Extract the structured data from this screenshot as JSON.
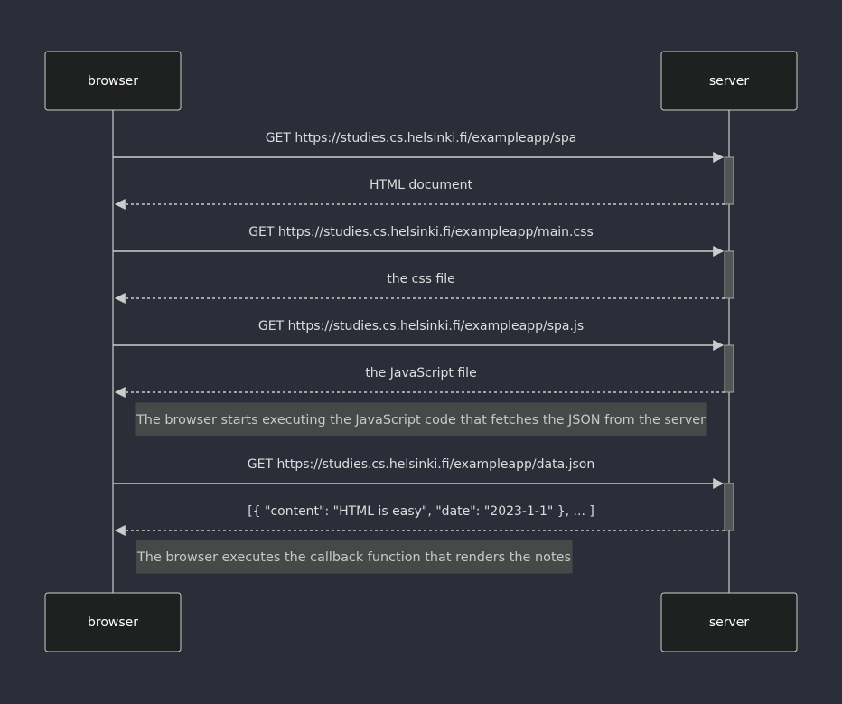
{
  "participants": [
    {
      "id": "browser",
      "label": "browser"
    },
    {
      "id": "server",
      "label": "server"
    }
  ],
  "messages": [
    {
      "from": "browser",
      "to": "server",
      "text": "GET https://studies.cs.helsinki.fi/exampleapp/spa",
      "style": "solid"
    },
    {
      "from": "server",
      "to": "browser",
      "text": "HTML document",
      "style": "dashed"
    },
    {
      "from": "browser",
      "to": "server",
      "text": "GET https://studies.cs.helsinki.fi/exampleapp/main.css",
      "style": "solid"
    },
    {
      "from": "server",
      "to": "browser",
      "text": "the css file",
      "style": "dashed"
    },
    {
      "from": "browser",
      "to": "server",
      "text": "GET https://studies.cs.helsinki.fi/exampleapp/spa.js",
      "style": "solid"
    },
    {
      "from": "server",
      "to": "browser",
      "text": "the JavaScript file",
      "style": "dashed"
    }
  ],
  "note1": {
    "text": "The browser starts executing the JavaScript code that fetches the JSON from the server"
  },
  "messages2": [
    {
      "from": "browser",
      "to": "server",
      "text": "GET https://studies.cs.helsinki.fi/exampleapp/data.json",
      "style": "solid"
    },
    {
      "from": "server",
      "to": "browser",
      "text": "[{ \"content\": \"HTML is easy\", \"date\": \"2023-1-1\" }, ... ]",
      "style": "dashed"
    }
  ],
  "note2": {
    "text": "The browser executes the callback function that renders the notes"
  },
  "colors": {
    "background": "#2b2e38",
    "actor_fill": "#1f2020",
    "line": "#cccccc",
    "note_fill": "#474949"
  }
}
